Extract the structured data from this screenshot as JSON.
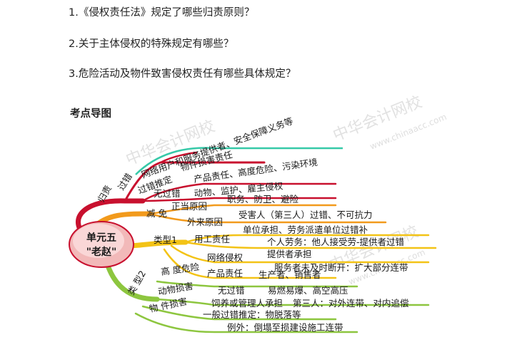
{
  "questions": [
    "1.《侵权责任法》规定了哪些归责原则？",
    "2.关于主体侵权的特殊规定有哪些？",
    "3.危险活动及物件致害侵权责任有哪些具体规定？"
  ],
  "heading": "考点导图",
  "watermark": {
    "main": "中华会计网校",
    "url": "www.chinaacc.com"
  },
  "colors": {
    "red": "#c8102e",
    "orange": "#f29a1c",
    "yellow": "#f3c316",
    "green": "#8dc63f",
    "teal": "#36c9a8"
  },
  "mindmap": {
    "center": {
      "line1": "单元五",
      "line2": "\"老赵\""
    },
    "branch_guize": {
      "label": "归责",
      "guocuo": "过错",
      "guocuo_tuiding": "过错推定",
      "wuguocuo": "无过错",
      "network": "网络用户和服务提供者、安全保障义务等",
      "wujian": "物件损害责任",
      "chanpin": "产品责任、高度危险、污染环境",
      "dongwu": "动物、监护、雇主侵权"
    },
    "branch_jianmian": {
      "label": "减 免",
      "zhengdang": "正当原因",
      "zhiwu": "职务、防卫、避险",
      "wailai": "外来原因",
      "shouhai": "受害人（第三人）过错、不可抗力"
    },
    "branch_type1": {
      "label": "类型1",
      "yonggong": "用工责任",
      "danwei": "单位承担、劳务派遣单位过错补",
      "geren": "个人劳务：他人接受劳-提供者过错",
      "wangluo": "网络侵权",
      "tigongzhe": "提供者承担",
      "fuwuzhe": "服务者未及时断开：扩大部分连带",
      "chanpin": "产品责任",
      "shengchan": "生产者、销售者"
    },
    "branch_type2": {
      "label": "类 型2",
      "gaodu": "高 度危险",
      "yiran": "易燃易爆、高空高压",
      "dongwu": "动物损害",
      "wuguocuo": "无过错",
      "siyang": "饲养或管理人承担",
      "disanren": "第三人：对外连带、对内追偿",
      "wujian": "物 件损害",
      "yiban": "一般过错推定：物脱落等",
      "liwai": "例外：倒塌至损建设施工连带"
    }
  }
}
